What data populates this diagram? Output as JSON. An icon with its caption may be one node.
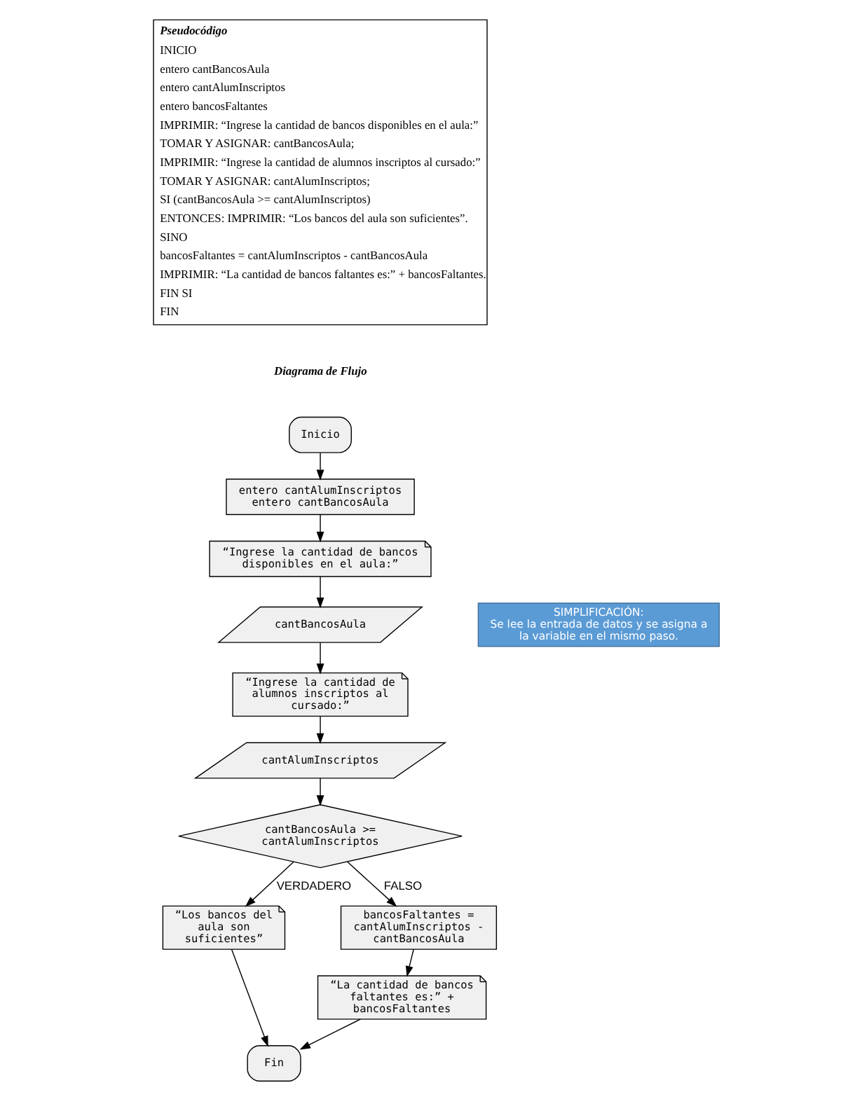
{
  "diagram": {
    "nodes": [
      {
        "text": [
          "Inicio"
        ]
      },
      {
        "text": [
          "entero cantAlumInscriptos",
          "entero cantBancosAula"
        ]
      },
      {
        "text": [
          "“Ingrese la cantidad de bancos disponibles en el aula:”"
        ]
      },
      {
        "text": [
          "cantBancosAula"
        ]
      },
      {
        "text": [
          "“Ingrese la cantidad de alumnos inscriptos al cursado:”"
        ]
      },
      {
        "text": [
          "cantAlumInscriptos"
        ]
      },
      {
        "text": [
          "cantBancosAula >= cantAlumInscriptos"
        ]
      },
      {
        "text": [
          "bancosFaltantes = cantAlumInscriptos - cantBancosAula"
        ]
      },
      {
        "text": [
          "“Los bancos del aula son suficientes”"
        ]
      },
      {
        "text": [
          "Fin"
        ]
      },
      {
        "text": [
          "“La cantidad de bancos faltantes es:” + bancosFaltantes"
        ]
      },
      {
        "text": [
          "SIMPLIFICACIÓN:",
          "Se lee la entrada de datos y se asigna a la variable en el mismo paso."
        ]
      }
    ],
    "edges": [
      {
        "from": 0,
        "to": 1,
        "arrow": "to"
      },
      {
        "from": 1,
        "to": 2,
        "arrow": "to"
      },
      {
        "from": 2,
        "to": 3,
        "arrow": "to"
      },
      {
        "from": 3,
        "to": 4,
        "arrow": "to"
      },
      {
        "from": 4,
        "to": 5,
        "arrow": "to"
      },
      {
        "from": 5,
        "to": 6,
        "arrow": "to"
      },
      {
        "from": 6,
        "to": 7,
        "arrow": "to",
        "label": "FALSO"
      },
      {
        "from": 6,
        "to": 8,
        "arrow": "to",
        "label": "VERDADERO"
      },
      {
        "from": 8,
        "to": 9,
        "arrow": "to"
      },
      {
        "from": 7,
        "to": 10,
        "arrow": "to"
      },
      {
        "from": 10,
        "to": 9,
        "arrow": "to"
      }
    ],
    "labels": [
      "Pseudocódigo",
      "INICIO",
      "entero cantBancosAula",
      "entero cantAlumInscriptos",
      "entero bancosFaltantes",
      "IMPRIMIR: “Ingrese la cantidad de bancos disponibles en el aula:”",
      "TOMAR Y ASIGNAR: cantBancosAula;",
      "IMPRIMIR: “Ingrese la cantidad de alumnos inscriptos al cursado:”",
      "TOMAR Y ASIGNAR: cantAlumInscriptos;",
      "SI (cantBancosAula >= cantAlumInscriptos)",
      "ENTONCES: IMPRIMIR: “Los bancos del aula son suficientes”.",
      "SINO",
      "bancosFaltantes = cantAlumInscriptos - cantBancosAula",
      "IMPRIMIR: “La cantidad de bancos faltantes es:” + bancosFaltantes.",
      "FIN SI",
      "FIN",
      "Diagrama de Flujo"
    ]
  }
}
